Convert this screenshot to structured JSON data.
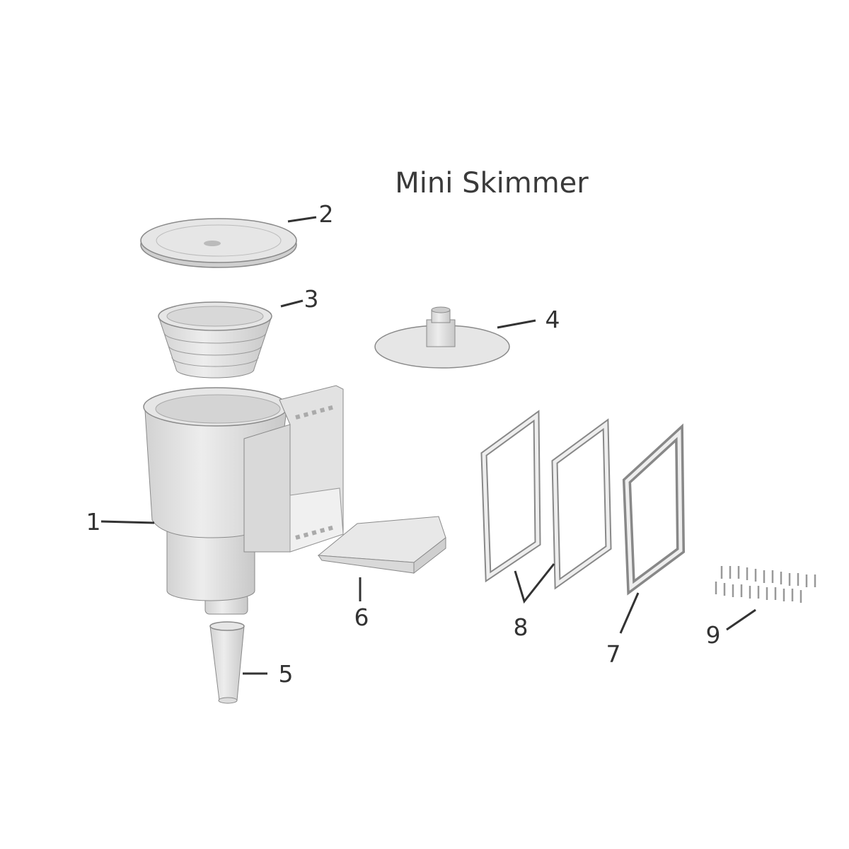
{
  "title": "Mini Skimmer",
  "callouts": {
    "body": "1",
    "lid": "2",
    "basket": "3",
    "vacuum_plate": "4",
    "adapter": "5",
    "weir": "6",
    "faceplate": "7",
    "gaskets": "8",
    "screws": "9"
  }
}
